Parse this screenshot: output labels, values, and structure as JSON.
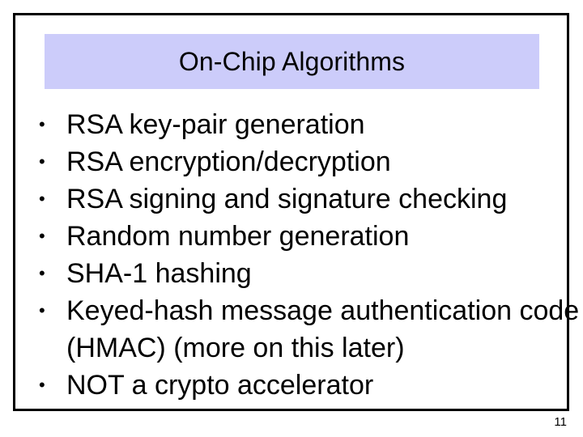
{
  "slide": {
    "title": "On-Chip Algorithms",
    "page_number": "11",
    "banner_color": "#ccccfa",
    "text_color": "#000000",
    "background_color": "#ffffff",
    "border_color": "#000000",
    "bullet_glyph": "•",
    "bullets": [
      {
        "text": "RSA key-pair generation",
        "continuation": false
      },
      {
        "text": "RSA encryption/decryption",
        "continuation": false
      },
      {
        "text": "RSA signing and signature checking",
        "continuation": false
      },
      {
        "text": "Random number generation",
        "continuation": false
      },
      {
        "text": "SHA-1 hashing",
        "continuation": false
      },
      {
        "text": "Keyed-hash message authentication code",
        "continuation": false
      },
      {
        "text": "(HMAC) (more on this later)",
        "continuation": true
      },
      {
        "text": "NOT a crypto accelerator",
        "continuation": false
      }
    ]
  }
}
